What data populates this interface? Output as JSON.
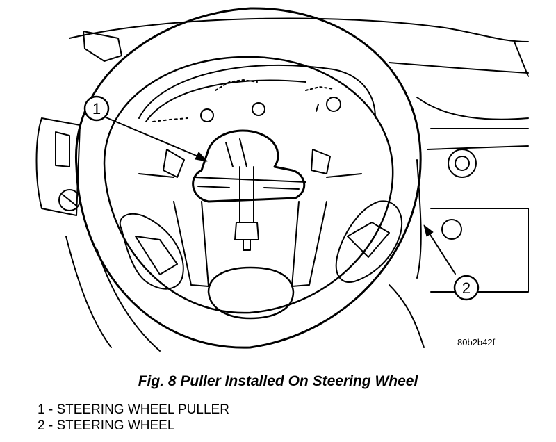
{
  "callouts": [
    {
      "number": "1"
    },
    {
      "number": "2"
    }
  ],
  "figure_id": "80b2b42f",
  "caption": "Fig. 8 Puller Installed On Steering Wheel",
  "legend": [
    {
      "text": "1 - STEERING WHEEL PULLER"
    },
    {
      "text": "2 - STEERING WHEEL"
    }
  ]
}
